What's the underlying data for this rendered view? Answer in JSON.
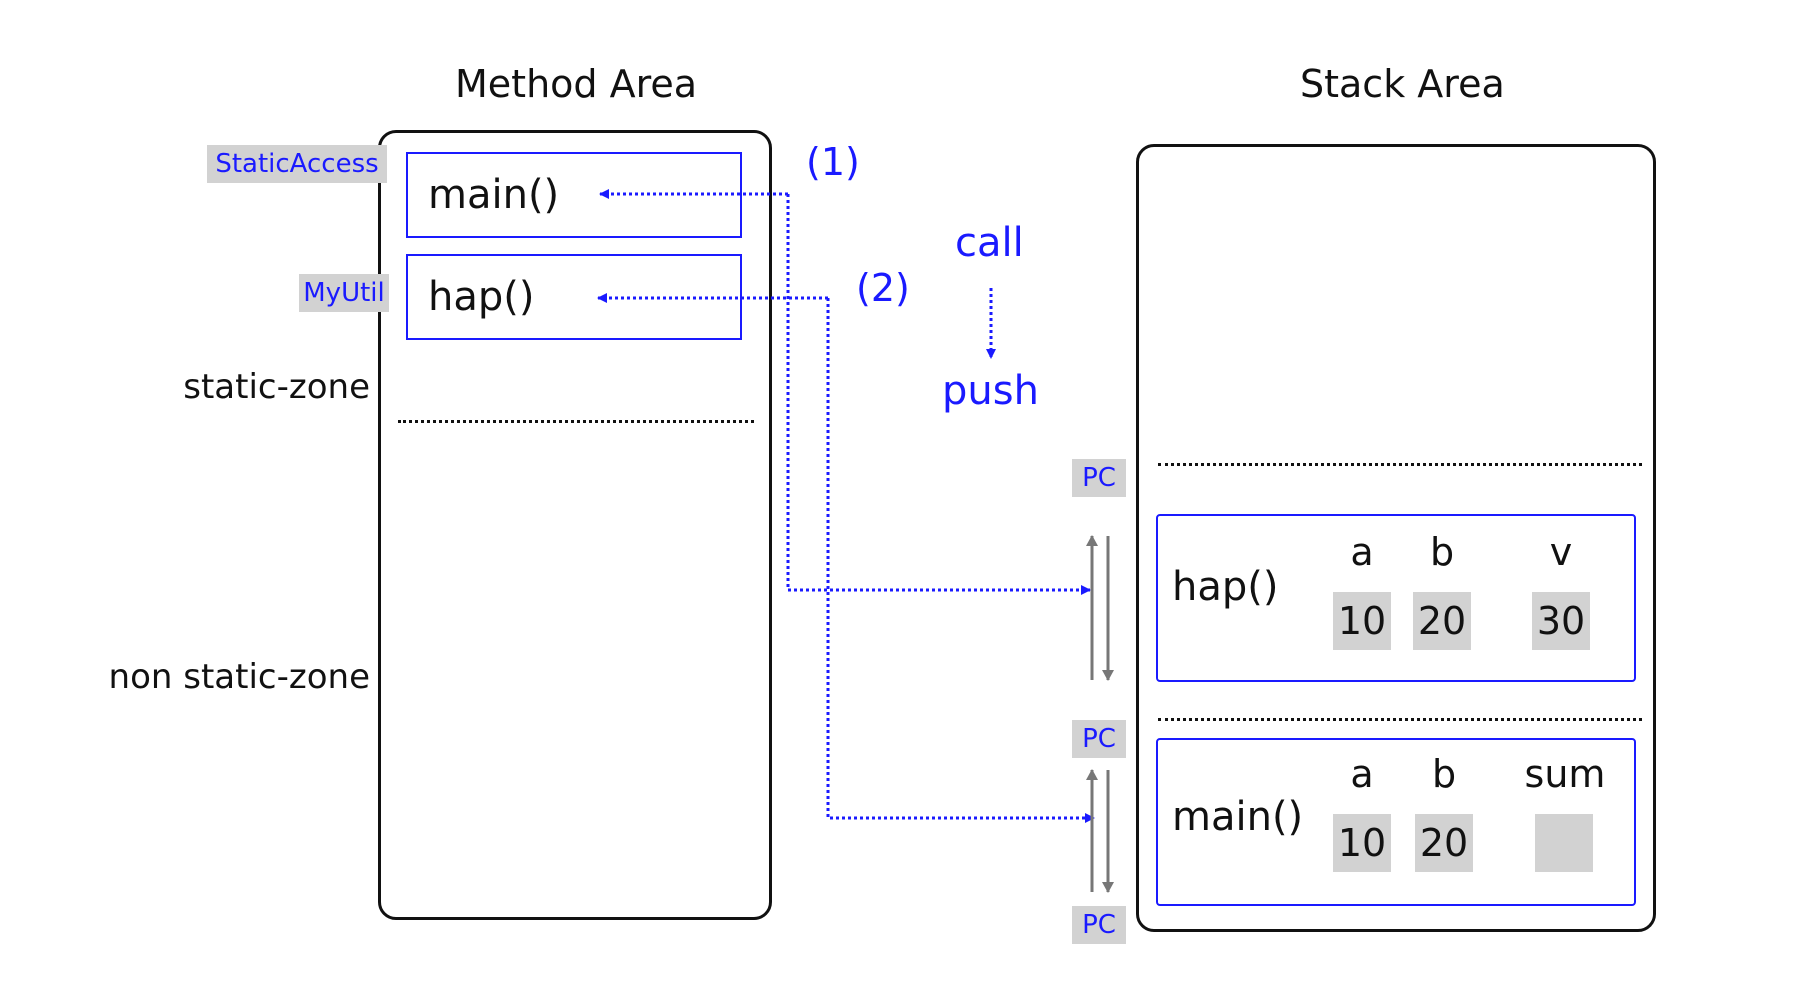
{
  "method_area": {
    "title": "Method Area",
    "static_zone_label": "static-zone",
    "non_static_zone_label": "non static-zone",
    "methods": [
      {
        "class_tag": "StaticAccess",
        "name": "main()"
      },
      {
        "class_tag": "MyUtil",
        "name": "hap()"
      }
    ]
  },
  "stack_area": {
    "title": "Stack Area",
    "frames": [
      {
        "name": "hap()",
        "vars": [
          {
            "label": "a",
            "value": "10"
          },
          {
            "label": "b",
            "value": "20"
          },
          {
            "label": "v",
            "value": "30"
          }
        ]
      },
      {
        "name": "main()",
        "vars": [
          {
            "label": "a",
            "value": "10"
          },
          {
            "label": "b",
            "value": "20"
          },
          {
            "label": "sum",
            "value": ""
          }
        ]
      }
    ]
  },
  "steps": {
    "step1": "(1)",
    "step2": "(2)"
  },
  "legend": {
    "call": "call",
    "push": "push"
  },
  "pc_label": "PC",
  "colors": {
    "accent": "#1a1aff",
    "tag_bg": "#d2d2d2",
    "stroke": "#111111",
    "arrow_gray": "#777777"
  }
}
